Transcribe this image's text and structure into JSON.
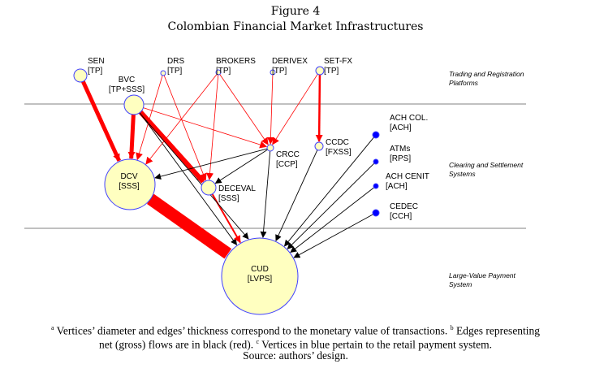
{
  "title": "Figure 4",
  "subtitle": "Colombian Financial Market Infrastructures",
  "layers": [
    {
      "id": "tp",
      "label_lines": [
        "Trading and Registration",
        "Platforms"
      ]
    },
    {
      "id": "cs",
      "label_lines": [
        "Clearing and Settlement",
        "Systems"
      ]
    },
    {
      "id": "lv",
      "label_lines": [
        "Large-Value Payment",
        "System"
      ]
    }
  ],
  "nodes": [
    {
      "id": "SEN",
      "name": "SEN",
      "type": "[TP]",
      "fill": "#ffffc0"
    },
    {
      "id": "BVC",
      "name": "BVC",
      "type": "[TP+SSS]",
      "fill": "#ffffc0"
    },
    {
      "id": "DRS",
      "name": "DRS",
      "type": "[TP]",
      "fill": "#ffffc0"
    },
    {
      "id": "BROKERS",
      "name": "BROKERS",
      "type": "[TP]",
      "fill": "#ffffc0"
    },
    {
      "id": "DERIVEX",
      "name": "DERIVEX",
      "type": "[TP]",
      "fill": "#ffffc0"
    },
    {
      "id": "SETFX",
      "name": "SET-FX",
      "type": "[TP]",
      "fill": "#ffffc0"
    },
    {
      "id": "CRCC",
      "name": "CRCC",
      "type": "[CCP]",
      "fill": "#ffffc0"
    },
    {
      "id": "CCDC",
      "name": "CCDC",
      "type": "[FXSS]",
      "fill": "#ffffc0"
    },
    {
      "id": "DCV",
      "name": "DCV",
      "type": "[SSS]",
      "fill": "#ffffc0"
    },
    {
      "id": "DECEVAL",
      "name": "DECEVAL",
      "type": "[SSS]",
      "fill": "#ffffc0"
    },
    {
      "id": "CUD",
      "name": "CUD",
      "type": "[LVPS]",
      "fill": "#ffffc0"
    },
    {
      "id": "ACHCOL",
      "name": "ACH COL.",
      "type": "[ACH]",
      "fill": "#0000ff"
    },
    {
      "id": "ATMS",
      "name": "ATMs",
      "type": "[RPS]",
      "fill": "#0000ff"
    },
    {
      "id": "ACHCENIT",
      "name": "ACH CENIT",
      "type": "[ACH]",
      "fill": "#0000ff"
    },
    {
      "id": "CEDEC",
      "name": "CEDEC",
      "type": "[CCH]",
      "fill": "#0000ff"
    }
  ],
  "edges": [
    {
      "from": "SEN",
      "to": "DCV",
      "color": "#ff0000"
    },
    {
      "from": "BVC",
      "to": "DCV",
      "color": "#ff0000"
    },
    {
      "from": "BVC",
      "to": "DECEVAL",
      "color": "#ff0000"
    },
    {
      "from": "BVC",
      "to": "CRCC",
      "color": "#ff0000"
    },
    {
      "from": "BVC",
      "to": "CUD",
      "color": "#000000"
    },
    {
      "from": "DRS",
      "to": "DCV",
      "color": "#ff0000"
    },
    {
      "from": "DRS",
      "to": "DECEVAL",
      "color": "#ff0000"
    },
    {
      "from": "BROKERS",
      "to": "DCV",
      "color": "#ff0000"
    },
    {
      "from": "BROKERS",
      "to": "DECEVAL",
      "color": "#ff0000"
    },
    {
      "from": "BROKERS",
      "to": "CRCC",
      "color": "#ff0000"
    },
    {
      "from": "DERIVEX",
      "to": "CRCC",
      "color": "#ff0000"
    },
    {
      "from": "SETFX",
      "to": "CRCC",
      "color": "#ff0000"
    },
    {
      "from": "SETFX",
      "to": "CCDC",
      "color": "#ff0000"
    },
    {
      "from": "CRCC",
      "to": "DCV",
      "color": "#000000"
    },
    {
      "from": "CRCC",
      "to": "DECEVAL",
      "color": "#000000"
    },
    {
      "from": "CRCC",
      "to": "CUD",
      "color": "#000000"
    },
    {
      "from": "DCV",
      "to": "CUD",
      "color": "#ff0000"
    },
    {
      "from": "DECEVAL",
      "to": "CUD",
      "color": "#ff0000"
    },
    {
      "from": "CCDC",
      "to": "CUD",
      "color": "#000000"
    },
    {
      "from": "ACHCOL",
      "to": "CUD",
      "color": "#000000"
    },
    {
      "from": "ATMS",
      "to": "CUD",
      "color": "#000000"
    },
    {
      "from": "ACHCENIT",
      "to": "CUD",
      "color": "#000000"
    },
    {
      "from": "CEDEC",
      "to": "CUD",
      "color": "#000000"
    }
  ],
  "caption": {
    "a_mark": "a",
    "a_text": "Vertices’ diameter and edges’ thickness correspond to the monetary value of transactions.",
    "b_mark": "b",
    "b_text_1": "Edges representing",
    "b_text_2": "net (gross) flows are in black (red).",
    "c_mark": "c",
    "c_text": "Vertices in blue pertain to the retail payment system.",
    "source": "Source: authors’ design."
  }
}
